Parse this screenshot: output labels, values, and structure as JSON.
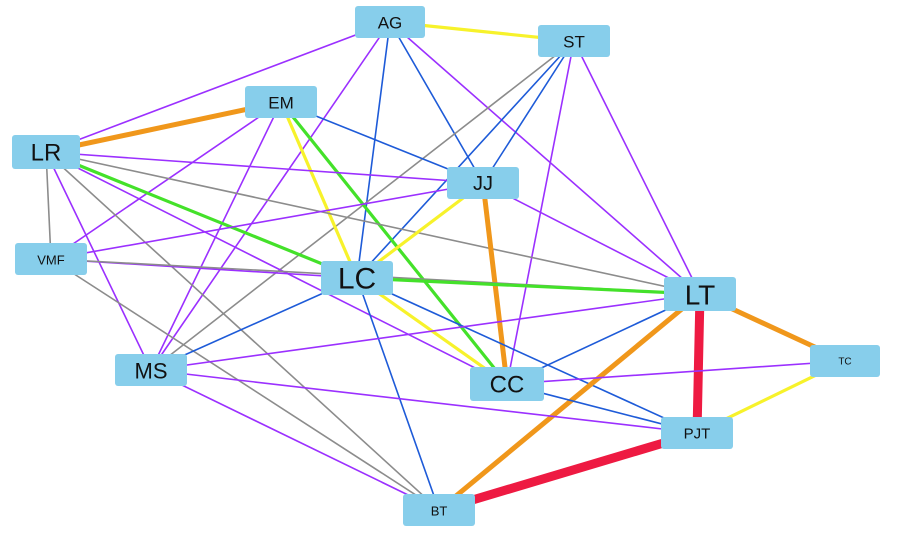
{
  "colors": {
    "node_fill": "#87CEEB",
    "node_text": "#111111",
    "purple": "#9B30FF",
    "blue": "#1E5BD8",
    "gray": "#8C8C8C",
    "yellow": "#F7F22B",
    "green": "#44E12A",
    "orange": "#F0971B",
    "red": "#EE1A42"
  },
  "nodes": [
    {
      "id": "AG",
      "label": "AG"
    },
    {
      "id": "ST",
      "label": "ST"
    },
    {
      "id": "EM",
      "label": "EM"
    },
    {
      "id": "LR",
      "label": "LR"
    },
    {
      "id": "JJ",
      "label": "JJ"
    },
    {
      "id": "VMF",
      "label": "VMF"
    },
    {
      "id": "LC",
      "label": "LC"
    },
    {
      "id": "LT",
      "label": "LT"
    },
    {
      "id": "TC",
      "label": "TC"
    },
    {
      "id": "MS",
      "label": "MS"
    },
    {
      "id": "CC",
      "label": "CC"
    },
    {
      "id": "PJT",
      "label": "PJT"
    },
    {
      "id": "BT",
      "label": "BT"
    }
  ],
  "edges": [
    {
      "source": "AG",
      "target": "LR",
      "color": "purple",
      "weight": 1
    },
    {
      "source": "AG",
      "target": "MS",
      "color": "purple",
      "weight": 1
    },
    {
      "source": "AG",
      "target": "LT",
      "color": "purple",
      "weight": 1
    },
    {
      "source": "AG",
      "target": "JJ",
      "color": "blue",
      "weight": 1
    },
    {
      "source": "AG",
      "target": "LC",
      "color": "blue",
      "weight": 1
    },
    {
      "source": "AG",
      "target": "ST",
      "color": "yellow",
      "weight": 2
    },
    {
      "source": "ST",
      "target": "JJ",
      "color": "blue",
      "weight": 1
    },
    {
      "source": "ST",
      "target": "LC",
      "color": "blue",
      "weight": 1
    },
    {
      "source": "ST",
      "target": "CC",
      "color": "purple",
      "weight": 1
    },
    {
      "source": "ST",
      "target": "LT",
      "color": "purple",
      "weight": 1
    },
    {
      "source": "ST",
      "target": "MS",
      "color": "gray",
      "weight": 1
    },
    {
      "source": "EM",
      "target": "LR",
      "color": "orange",
      "weight": 3
    },
    {
      "source": "EM",
      "target": "VMF",
      "color": "purple",
      "weight": 1
    },
    {
      "source": "EM",
      "target": "MS",
      "color": "purple",
      "weight": 1
    },
    {
      "source": "EM",
      "target": "JJ",
      "color": "blue",
      "weight": 1
    },
    {
      "source": "EM",
      "target": "LC",
      "color": "yellow",
      "weight": 2
    },
    {
      "source": "EM",
      "target": "CC",
      "color": "green",
      "weight": 2
    },
    {
      "source": "LR",
      "target": "JJ",
      "color": "purple",
      "weight": 1
    },
    {
      "source": "LR",
      "target": "LC",
      "color": "green",
      "weight": 2
    },
    {
      "source": "LR",
      "target": "LT",
      "color": "gray",
      "weight": 1
    },
    {
      "source": "LR",
      "target": "CC",
      "color": "purple",
      "weight": 1
    },
    {
      "source": "LR",
      "target": "MS",
      "color": "purple",
      "weight": 1
    },
    {
      "source": "LR",
      "target": "VMF",
      "color": "gray",
      "weight": 1
    },
    {
      "source": "LR",
      "target": "BT",
      "color": "gray",
      "weight": 1
    },
    {
      "source": "JJ",
      "target": "VMF",
      "color": "purple",
      "weight": 1
    },
    {
      "source": "JJ",
      "target": "LC",
      "color": "yellow",
      "weight": 2
    },
    {
      "source": "JJ",
      "target": "CC",
      "color": "orange",
      "weight": 3
    },
    {
      "source": "JJ",
      "target": "LT",
      "color": "purple",
      "weight": 1
    },
    {
      "source": "VMF",
      "target": "LC",
      "color": "purple",
      "weight": 1
    },
    {
      "source": "VMF",
      "target": "LT",
      "color": "gray",
      "weight": 1
    },
    {
      "source": "VMF",
      "target": "BT",
      "color": "gray",
      "weight": 1
    },
    {
      "source": "LC",
      "target": "LT",
      "color": "green",
      "weight": 2
    },
    {
      "source": "LC",
      "target": "CC",
      "color": "yellow",
      "weight": 2
    },
    {
      "source": "LC",
      "target": "MS",
      "color": "blue",
      "weight": 1
    },
    {
      "source": "LC",
      "target": "BT",
      "color": "blue",
      "weight": 1
    },
    {
      "source": "LC",
      "target": "PJT",
      "color": "blue",
      "weight": 1
    },
    {
      "source": "LT",
      "target": "MS",
      "color": "purple",
      "weight": 1
    },
    {
      "source": "LT",
      "target": "CC",
      "color": "blue",
      "weight": 1
    },
    {
      "source": "LT",
      "target": "PJT",
      "color": "red",
      "weight": 5
    },
    {
      "source": "LT",
      "target": "TC",
      "color": "orange",
      "weight": 3
    },
    {
      "source": "LT",
      "target": "BT",
      "color": "orange",
      "weight": 3
    },
    {
      "source": "TC",
      "target": "CC",
      "color": "purple",
      "weight": 1
    },
    {
      "source": "TC",
      "target": "PJT",
      "color": "yellow",
      "weight": 2
    },
    {
      "source": "MS",
      "target": "PJT",
      "color": "purple",
      "weight": 1
    },
    {
      "source": "MS",
      "target": "BT",
      "color": "purple",
      "weight": 1
    },
    {
      "source": "CC",
      "target": "PJT",
      "color": "blue",
      "weight": 1
    },
    {
      "source": "PJT",
      "target": "BT",
      "color": "red",
      "weight": 5
    }
  ]
}
